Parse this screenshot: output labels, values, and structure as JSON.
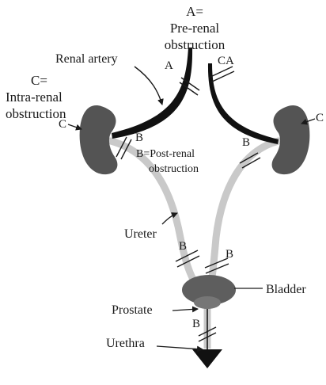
{
  "labels": {
    "a_title_line1": "A=",
    "a_title_line2": "Pre-renal",
    "a_title_line3": "obstruction",
    "c_title_line1": "C=",
    "c_title_line2": "Intra-renal",
    "c_title_line3": "obstruction",
    "b_title_line1": "B=Post-renal",
    "b_title_line2": "obstruction",
    "renal_artery": "Renal artery",
    "ureter": "Ureter",
    "bladder": "Bladder",
    "prostate": "Prostate",
    "urethra": "Urethra"
  },
  "markers": {
    "a": "A",
    "b": "B",
    "c": "C",
    "ca": "CA"
  },
  "colors": {
    "kidney": "#545454",
    "vessel": "#111111",
    "ureter": "#c9c9c9",
    "bladder": "#5e5e5e",
    "line": "#1a1a1a"
  }
}
